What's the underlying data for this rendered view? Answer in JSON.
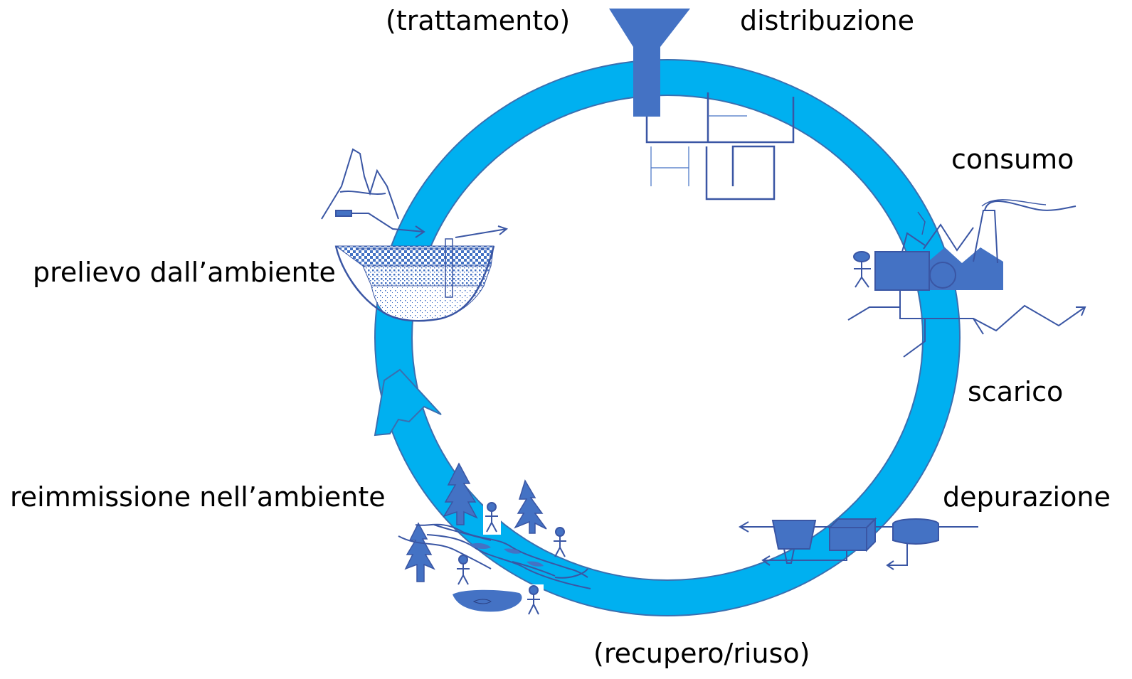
{
  "diagram": {
    "stages": {
      "trattamento": "(trattamento)",
      "distribuzione": "distribuzione",
      "consumo": "consumo",
      "scarico": "scarico",
      "depurazione": "depurazione",
      "recupero": "(recupero/riuso)",
      "reimmissione": "reimmissione nell’ambiente",
      "prelievo": "prelievo dall’ambiente"
    },
    "colors": {
      "cycle_ring": "#00b0f0",
      "ring_outline": "#3a6fb0",
      "icons": "#4472c4",
      "text": "#000000"
    }
  }
}
